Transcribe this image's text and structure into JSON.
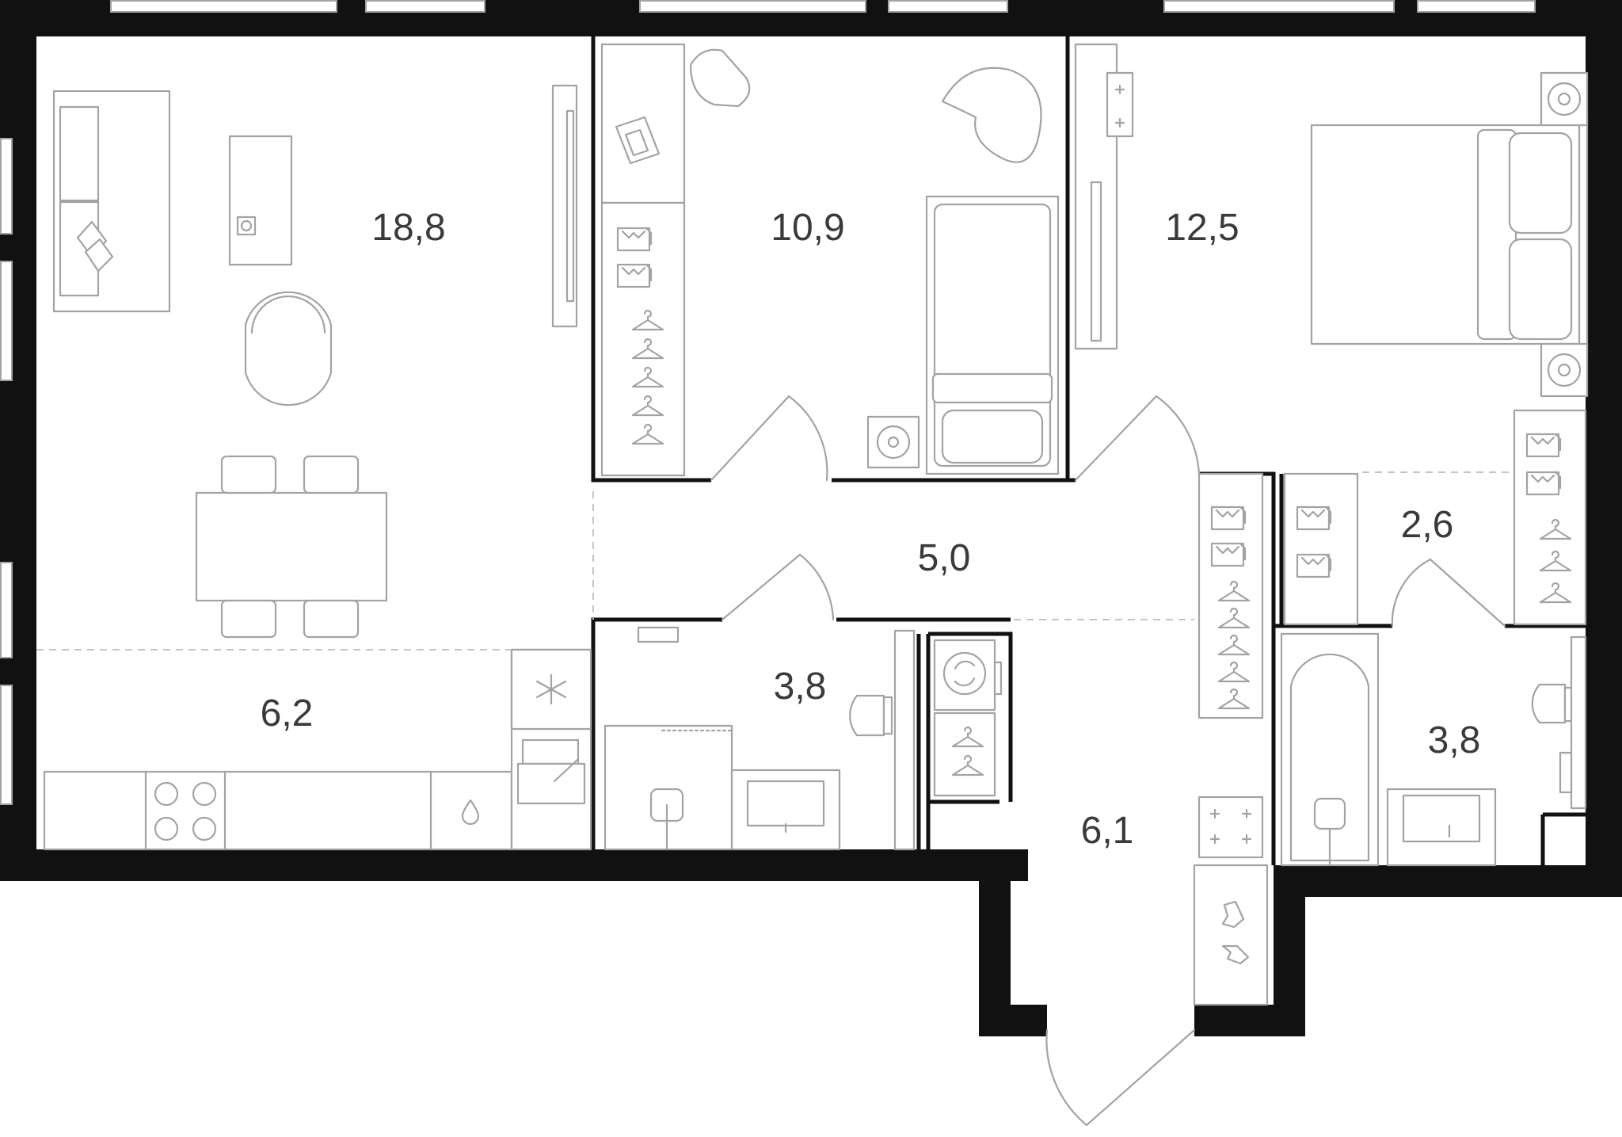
{
  "colors": {
    "wall": "#111111",
    "furniture": "#a3a3a3",
    "text": "#3a3a3a",
    "background": "#ffffff"
  },
  "rooms": {
    "living_room": "18,8",
    "kitchen": "6,2",
    "bedroom_small": "10,9",
    "bedroom_master": "12,5",
    "hallway": "5,0",
    "bathroom_left": "3,8",
    "corridor": "6,1",
    "wardrobe": "2,6",
    "bathroom_right": "3,8"
  },
  "icons": [
    "sofa-icon",
    "armchair-icon",
    "dining-table-icon",
    "desk-chair-icon",
    "laptop-icon",
    "single-bed-icon",
    "double-bed-icon",
    "tv-icon",
    "hanger-icon",
    "folded-shirt-icon",
    "stove-icon",
    "sink-icon",
    "fridge-icon",
    "bathtub-icon",
    "toilet-icon",
    "washing-machine-icon",
    "shoe-icon",
    "door-swing-icon"
  ]
}
